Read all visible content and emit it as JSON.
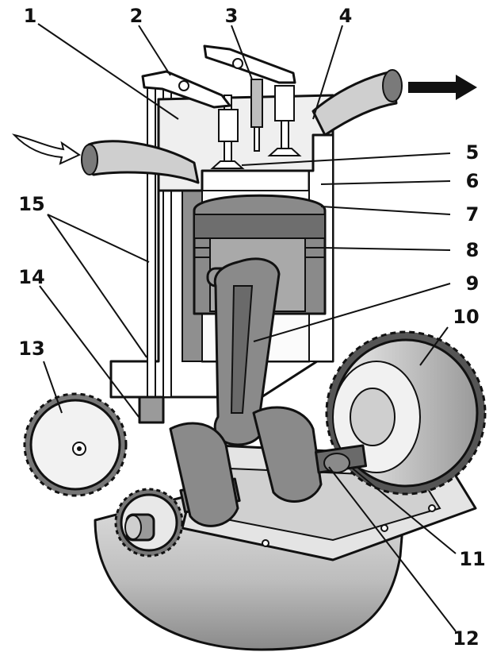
{
  "labels": [
    "1",
    "2",
    "3",
    "4",
    "5",
    "6",
    "7",
    "8",
    "9",
    "10",
    "11",
    "12",
    "13",
    "14",
    "15"
  ],
  "colors": {
    "ink": "#111111",
    "dark": "#6f6f6f",
    "mid": "#a8a8a8",
    "light": "#d6d6d6",
    "paper": "#ffffff"
  }
}
